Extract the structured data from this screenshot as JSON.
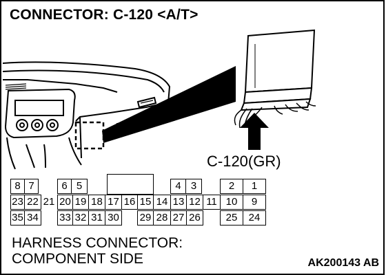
{
  "title": "CONNECTOR: C-120 <A/T>",
  "connector_label": "C-120(GR)",
  "caption_line1": "HARNESS CONNECTOR:",
  "caption_line2": "COMPONENT SIDE",
  "figure_code": "AK200143 AB",
  "pins": {
    "row1": [
      "8",
      "7",
      "6",
      "5",
      "4",
      "3",
      "2",
      "1"
    ],
    "row2": [
      "23",
      "22",
      "21",
      "20",
      "19",
      "18",
      "17",
      "16",
      "15",
      "14",
      "13",
      "12",
      "11",
      "10",
      "9"
    ],
    "row3": [
      "35",
      "34",
      "33",
      "32",
      "31",
      "30",
      "29",
      "28",
      "27",
      "26",
      "25",
      "24"
    ]
  }
}
